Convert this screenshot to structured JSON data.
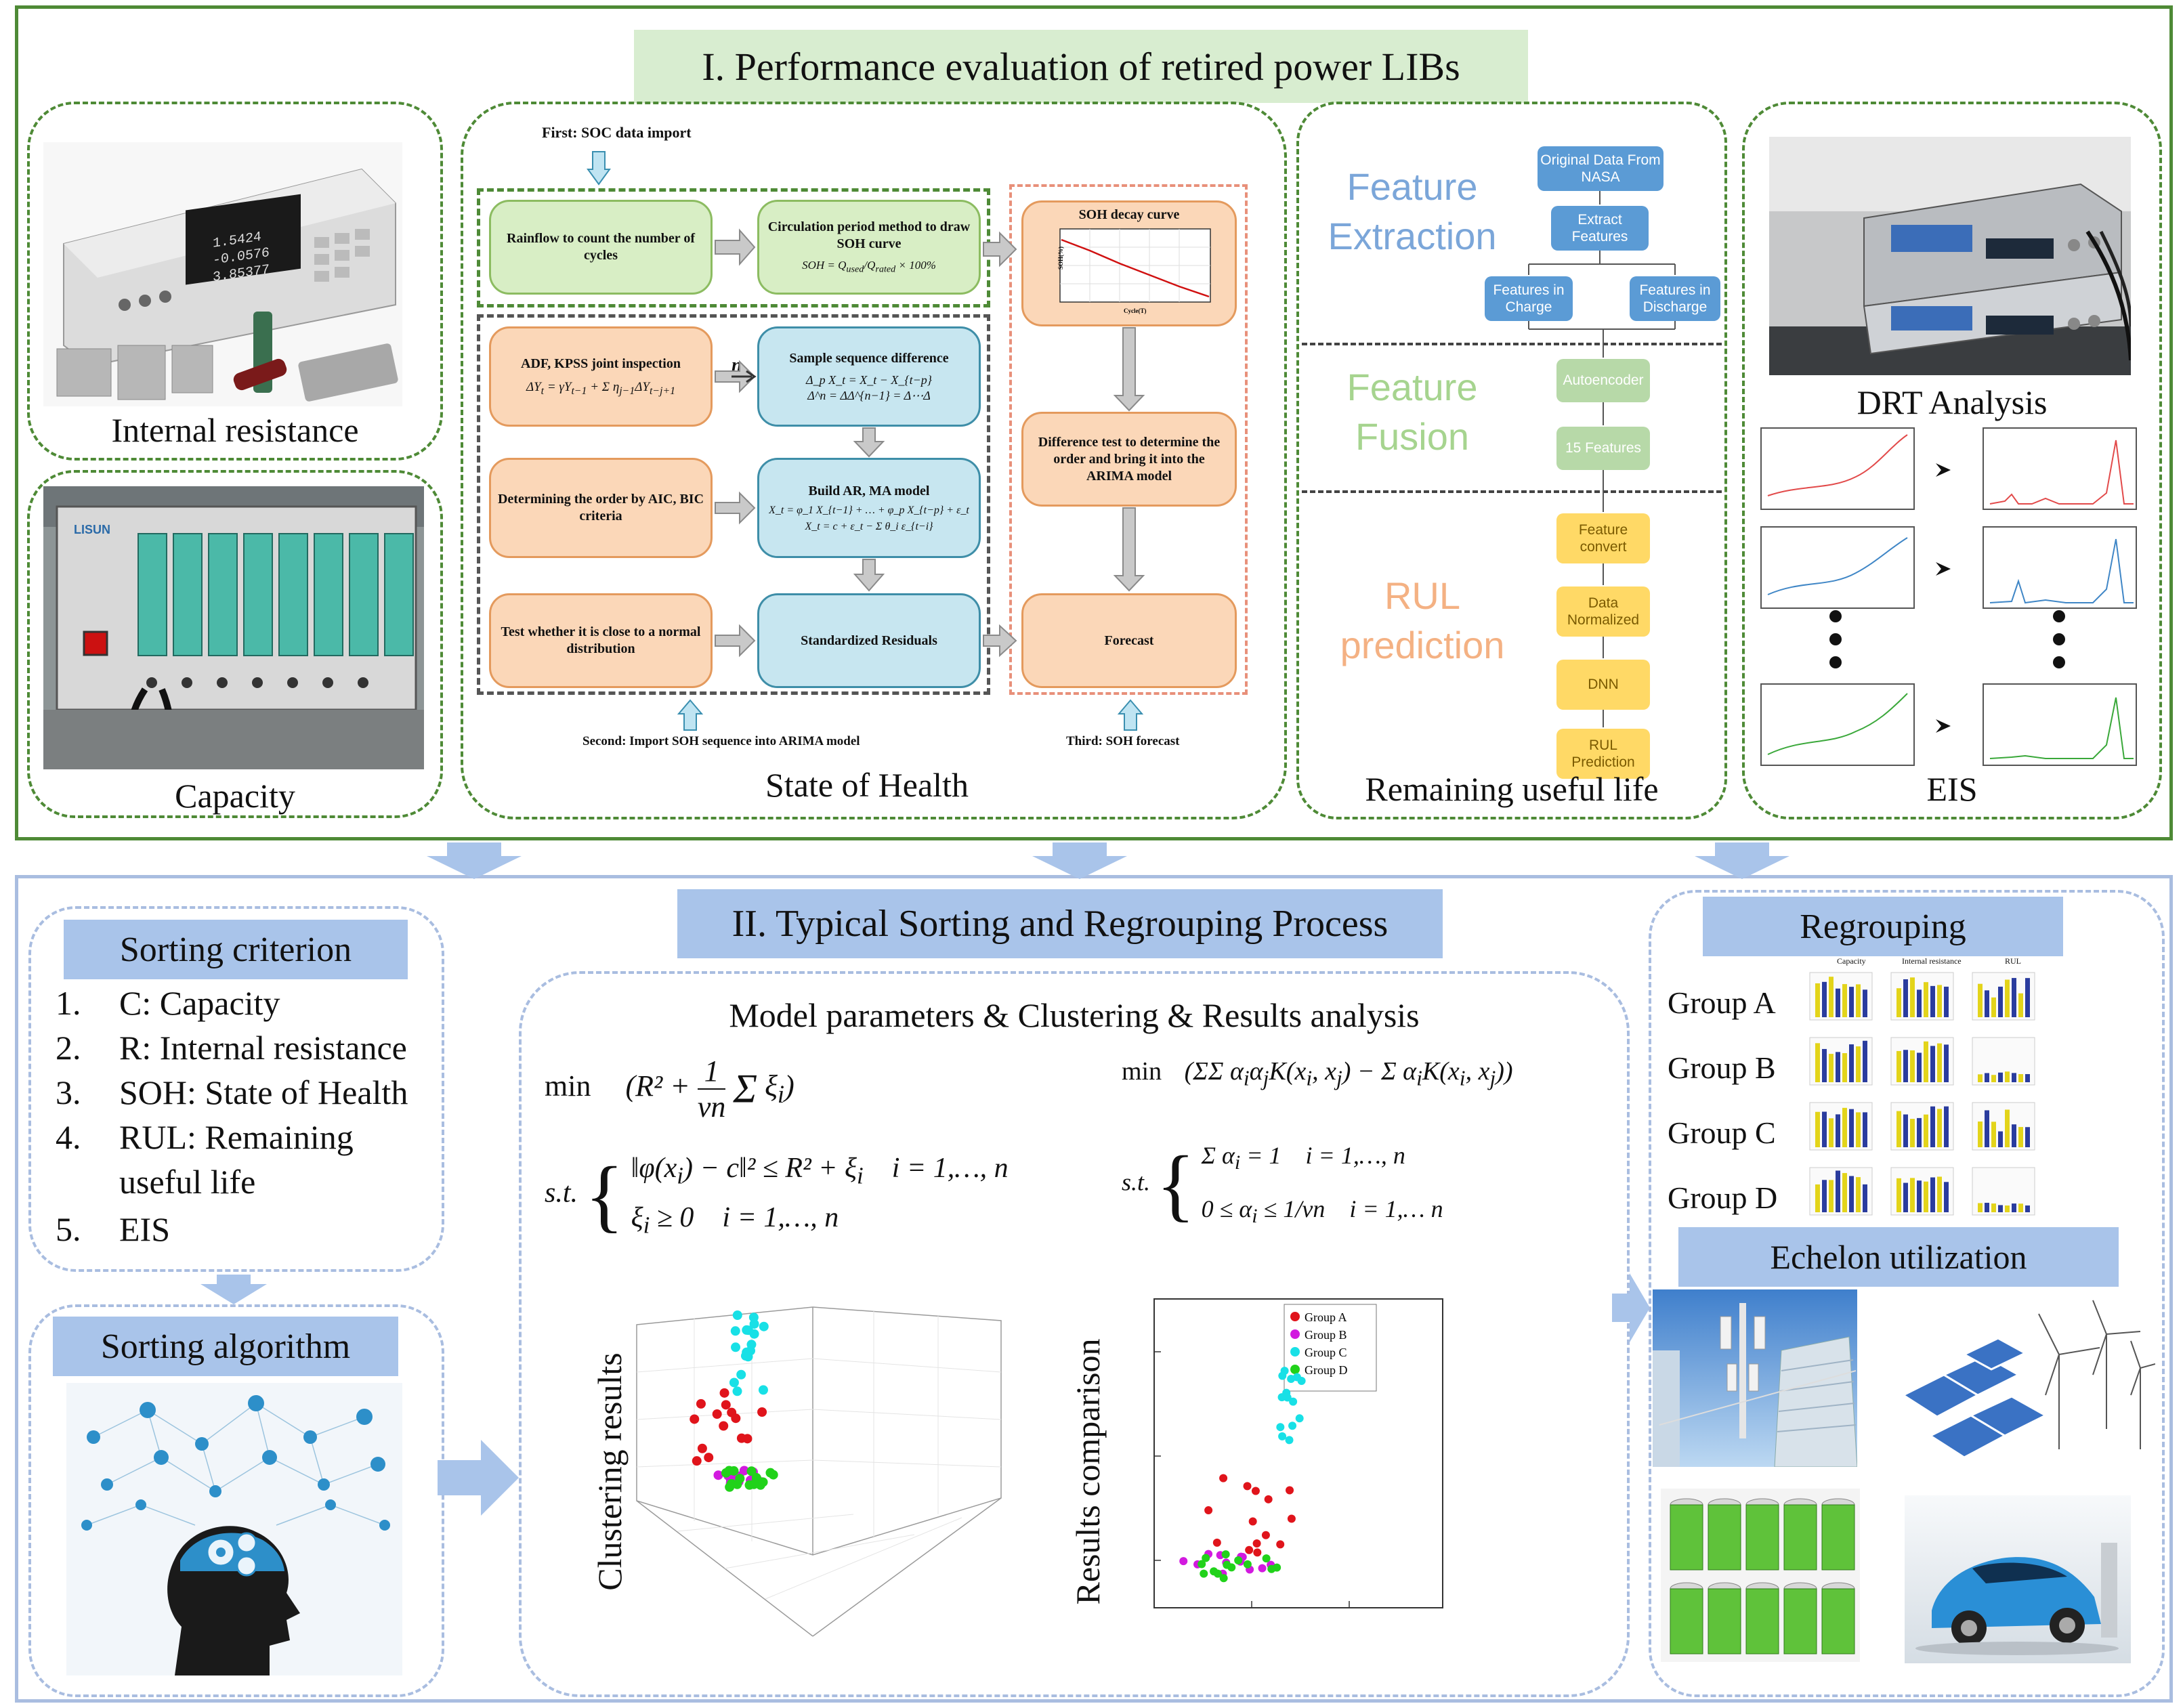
{
  "section1": {
    "title": "I. Performance evaluation of retired power LIBs",
    "internal_resistance_label": "Internal resistance",
    "capacity_label": "Capacity",
    "soh_label": "State of Health",
    "rul_label": "Remaining useful life",
    "eis_label": "EIS",
    "drt_label": "DRT Analysis"
  },
  "soh_flow": {
    "first": "First: SOC data import",
    "second": "Second: Import SOH sequence into ARIMA model",
    "third": "Third: SOH forecast",
    "rainflow": "Rainflow to count the number of cycles",
    "circulation": "Circulation period method to draw SOH curve",
    "soh_formula": "SOH = Q_used / Q_rated × 100%",
    "adf": "ADF, KPSS joint inspection",
    "adf_formula": "ΔY_t = γY_{t-1} + Σ η_{j-1} ΔY_{t-j+1}",
    "n_label": "n",
    "sample_diff": "Sample sequence difference",
    "sample_formula1": "Δ_p X_t = X_t − X_{t−p}",
    "sample_formula2": "Δ^n = ΔΔ^{n−1} = Δ⋯Δ",
    "determining": "Determining the order by AIC, BIC criteria",
    "build": "Build AR, MA model",
    "ar_formula": "X_t = φ_1 X_{t−1} + … + φ_p X_{t−p} + ε_t",
    "ma_formula": "X_t = c + ε_t − Σ θ_i ε_{t−i}",
    "test_normal": "Test whether it is close to a normal distribution",
    "standardized": "Standardized Residuals",
    "soh_decay": "SOH decay curve",
    "difference_test": "Difference test to determine the order and bring it into the ARIMA model",
    "forecast": "Forecast",
    "plot_ylabel": "SOH(%)",
    "plot_xlabel": "Cycle(T)"
  },
  "rul_flow": {
    "feature_extraction": "Feature Extraction",
    "feature_fusion": "Feature Fusion",
    "rul_prediction": "RUL prediction",
    "original_data": "Original Data From NASA",
    "extract_features": "Extract Features",
    "features_charge": "Features in Charge",
    "features_discharge": "Features in Discharge",
    "autoencoder": "Autoencoder",
    "fifteen_features": "15 Features",
    "feature_convert": "Feature convert",
    "data_normalized": "Data Normalized",
    "dnn": "DNN",
    "rul_pred_box": "RUL Prediction"
  },
  "section2": {
    "title": "II. Typical Sorting and Regrouping Process",
    "sorting_criterion": "Sorting criterion",
    "criteria": [
      {
        "num": "1.",
        "text": "C: Capacity"
      },
      {
        "num": "2.",
        "text": "R: Internal resistance"
      },
      {
        "num": "3.",
        "text": "SOH: State of Health"
      },
      {
        "num": "4.",
        "text": "RUL: Remaining"
      },
      {
        "num": "",
        "text": "useful life"
      },
      {
        "num": "5.",
        "text": "EIS"
      }
    ],
    "sorting_algorithm": "Sorting algorithm",
    "model_title": "Model parameters & Clustering & Results analysis",
    "clustering_results": "Clustering results",
    "results_comparison": "Results comparison",
    "regrouping": "Regrouping",
    "groups": [
      "Group A",
      "Group B",
      "Group C",
      "Group D"
    ],
    "regroup_headers": [
      "Capacity",
      "Internal resistance",
      "RUL"
    ],
    "echelon": "Echelon utilization",
    "legend": [
      "Group A",
      "Group B",
      "Group C",
      "Group D"
    ]
  },
  "colors": {
    "green_border": "#4e8a36",
    "blue_border": "#a9bde0",
    "title_green_bg": "#d8edd0",
    "title_blue_bg": "#a9c4ea",
    "arrow_blue": "#a9c4ea",
    "groupA": "#e0141b",
    "groupB": "#d21adf",
    "groupC": "#18e0e6",
    "groupD": "#21d21a"
  }
}
